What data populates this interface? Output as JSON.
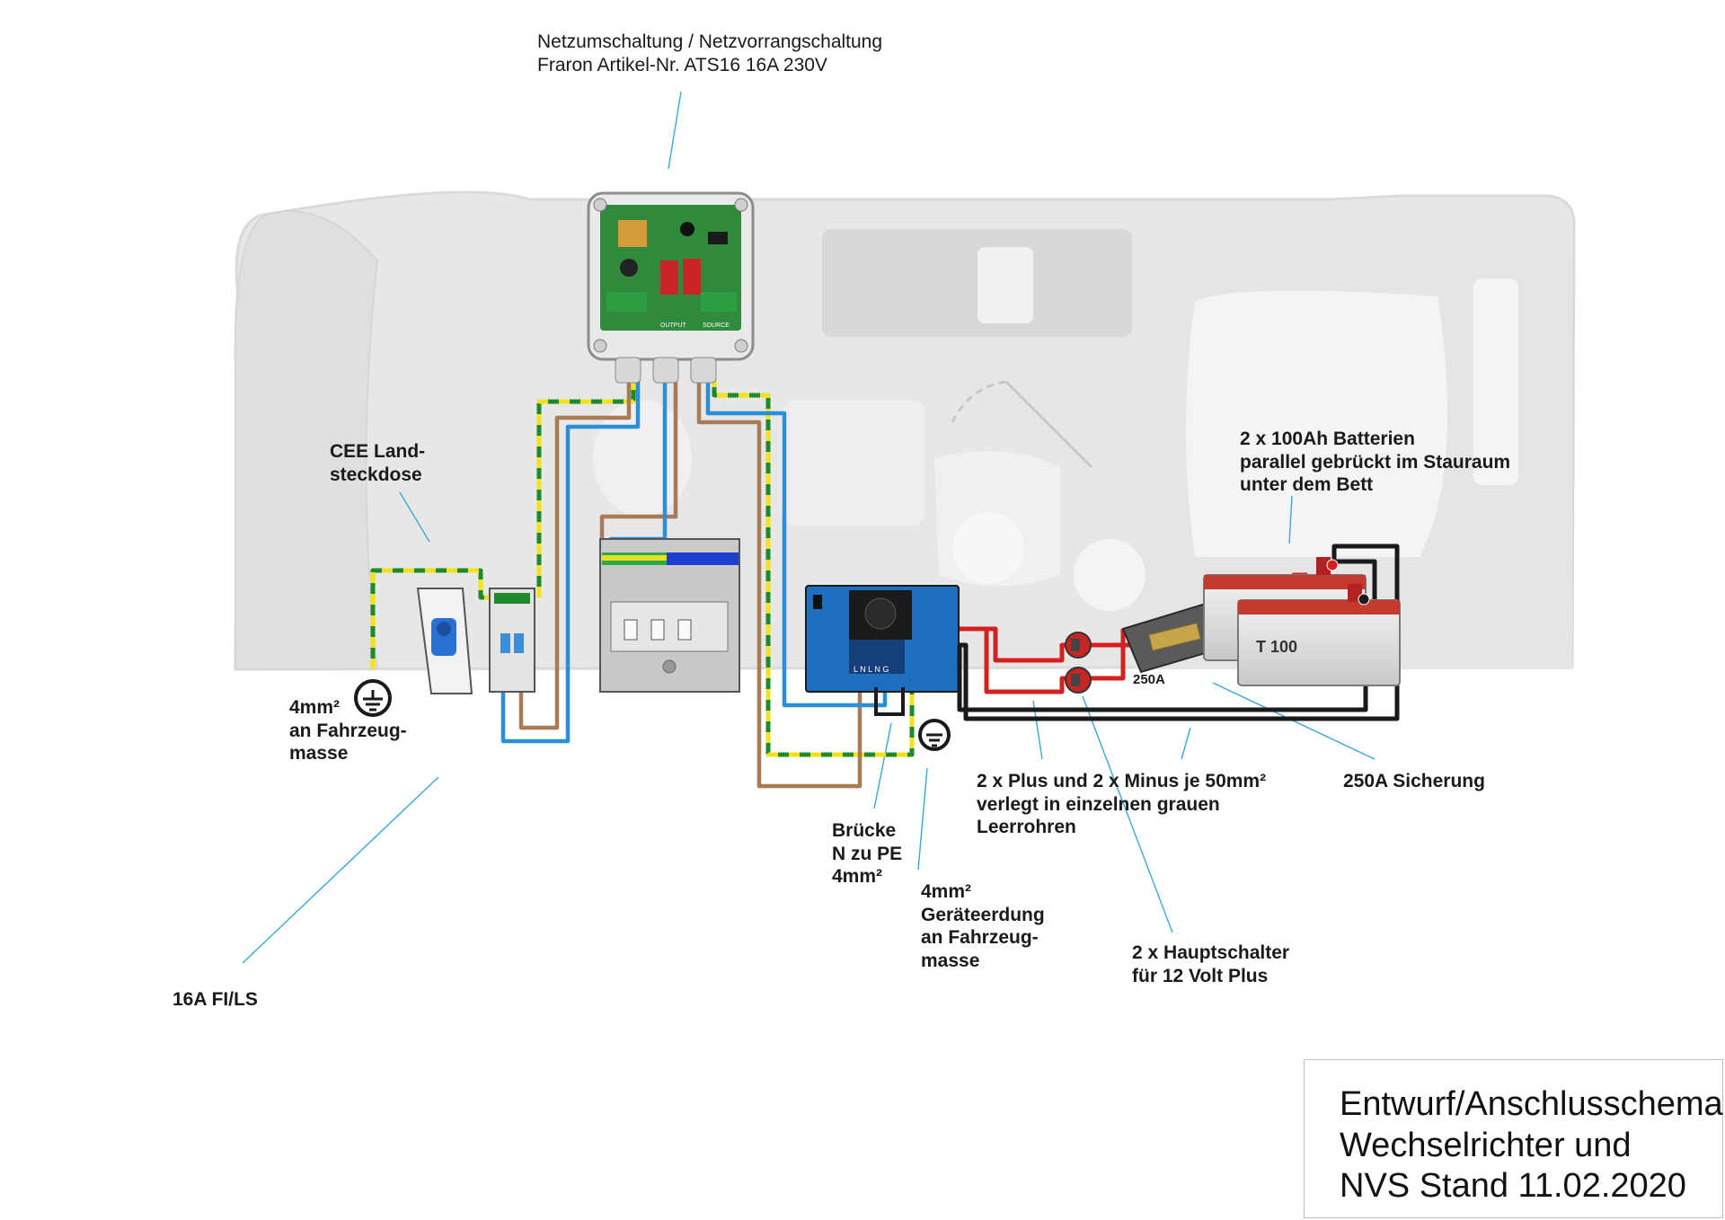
{
  "labels": {
    "ats_title": [
      "Netzumschaltung / Netzvorrangschaltung",
      "Fraron Artikel-Nr. ATS16 16A 230V"
    ],
    "cee_socket": [
      "CEE Land-",
      "steckdose"
    ],
    "ground_left": [
      "4mm²",
      "an Fahrzeug-",
      "masse"
    ],
    "rcbo": "16A FI/LS",
    "bridge": [
      "Brücke",
      "N zu PE",
      "4mm²"
    ],
    "ground_inverter": [
      "4mm²",
      "Geräteerdung",
      "an Fahrzeug-",
      "masse"
    ],
    "cables": [
      "2 x Plus und 2 x Minus je 50mm²",
      "verlegt in einzelnen grauen",
      "Leerrohren"
    ],
    "main_switches": [
      "2 x Hauptschalter",
      "für 12 Volt Plus"
    ],
    "batteries": [
      "2 x 100Ah Batterien",
      "parallel gebrückt im Stauraum",
      "unter dem Bett"
    ],
    "fuse": "250A Sicherung",
    "fuse_tag": "250A",
    "battery_tag": "T 100",
    "ats_terminals": [
      "OUTPUT",
      "SOURCE"
    ],
    "inverter_terminals": "L N L N G"
  },
  "title_box": [
    "Entwurf/Anschlusschema",
    "Wechselrichter und",
    "NVS Stand 11.02.2020"
  ],
  "colors": {
    "earth_green": "#1f8a2c",
    "earth_yellow": "#f2e21a",
    "live_brown": "#a87a55",
    "neutral_blue": "#2a8fd6",
    "dc_plus": "#d42020",
    "dc_minus": "#1a1a1a",
    "inverter_blue": "#1f6fc0",
    "pcb_green": "#2f8a3c",
    "leader_line": "#3aa8d8",
    "vehicle_gray": "#d9d9d9"
  }
}
